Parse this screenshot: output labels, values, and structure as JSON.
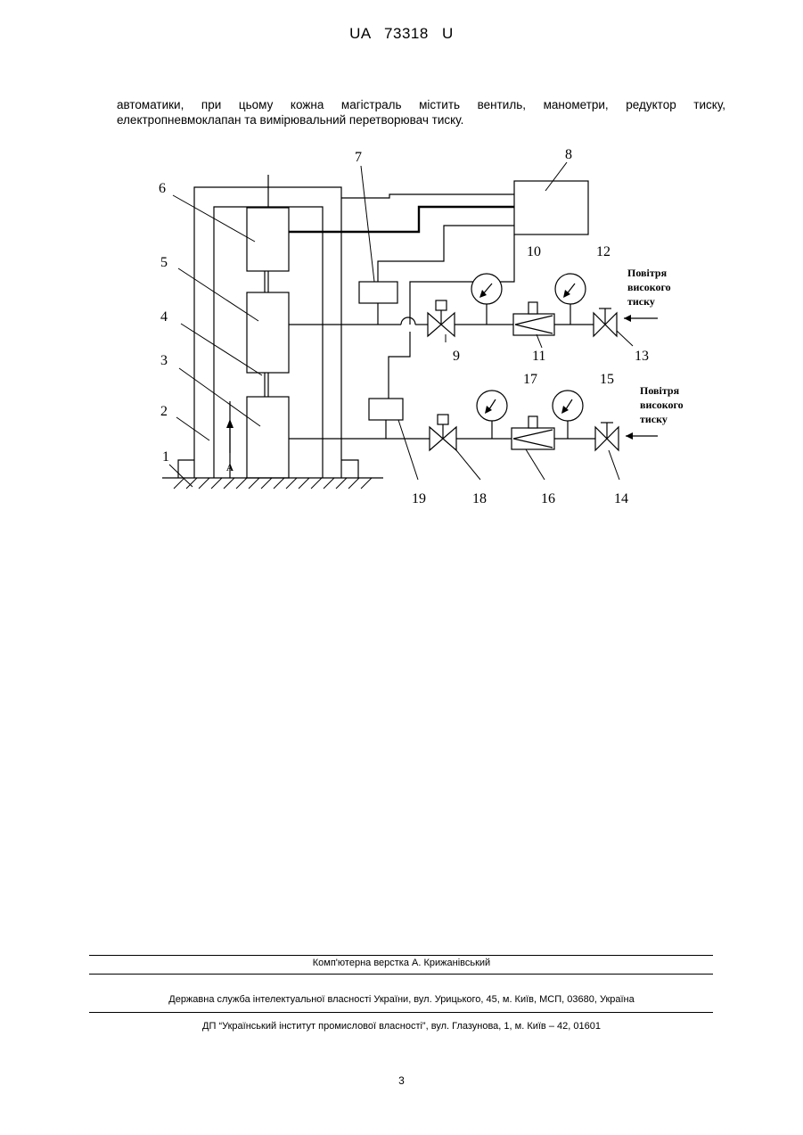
{
  "header": {
    "patent_number": "UA   73318   U"
  },
  "intro_text": "автоматики, при цьому кожна магістраль містить вентиль, манометри, редуктор тиску, електропневмоклапан та вимірювальний перетворювач тиску.",
  "figure": {
    "labels": {
      "l1": "1",
      "l2": "2",
      "l3": "3",
      "l4": "4",
      "l5": "5",
      "l6": "6",
      "l7": "7",
      "l8": "8",
      "l9": "9",
      "l10": "10",
      "l11": "11",
      "l12": "12",
      "l13": "13",
      "l14": "14",
      "l15": "15",
      "l16": "16",
      "l17": "17",
      "l18": "18",
      "l19": "19",
      "arrow_a": "A"
    },
    "air_top": [
      "Повітря",
      "високого",
      "тиску"
    ],
    "air_bottom": [
      "Повітря",
      "високого",
      "тиску"
    ]
  },
  "footer": {
    "layout_credit": "Комп'ютерна верстка А. Крижанівський",
    "agency": "Державна служба інтелектуальної власності України, вул. Урицького, 45, м. Київ, МСП, 03680, Україна",
    "institute": "ДП “Український інститут промислової власності”, вул. Глазунова, 1, м. Київ – 42, 01601"
  },
  "page_number": "3"
}
